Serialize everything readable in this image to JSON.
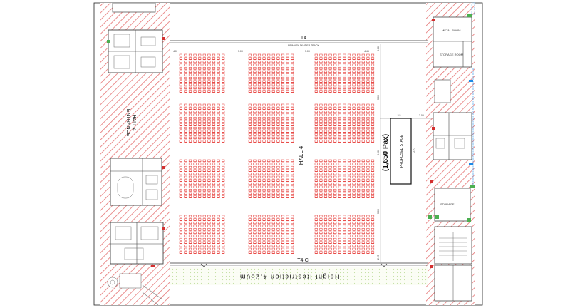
{
  "labels": {
    "entrance": "ENTRANCE",
    "hall_left": "HALL 4",
    "hall_center": "HALL 4",
    "pax": "(1,650 Pax)",
    "stage": "PROPOSED STAGE",
    "stage_dim": "16.0",
    "stage_gap": "3.5",
    "top_track_label": "T4",
    "top_track_sub": "PRIMARY DIVIDER TRACK",
    "bottom_track_label": "T4-C",
    "bottom_track_sub": "PRIMARY DIVIDER TRACK",
    "height_restriction": "Height Restriction 4.250m",
    "dims": [
      "4.0",
      "3.00",
      "3.00",
      "4.45",
      "3.00",
      "3.00",
      "3.00",
      "3.00",
      "2.95",
      "3.00"
    ]
  },
  "seating": {
    "blocks": 12,
    "rows_per_block": 9,
    "seats_per_row": 12
  },
  "colors": {
    "hatch": "#e57373",
    "seat": "#e53935",
    "line": "#333333",
    "annotation_green": "#4caf50",
    "annotation_blue": "#1e88e5",
    "door_red": "#d32f2f",
    "floor_pale": "#f1f8e9"
  }
}
